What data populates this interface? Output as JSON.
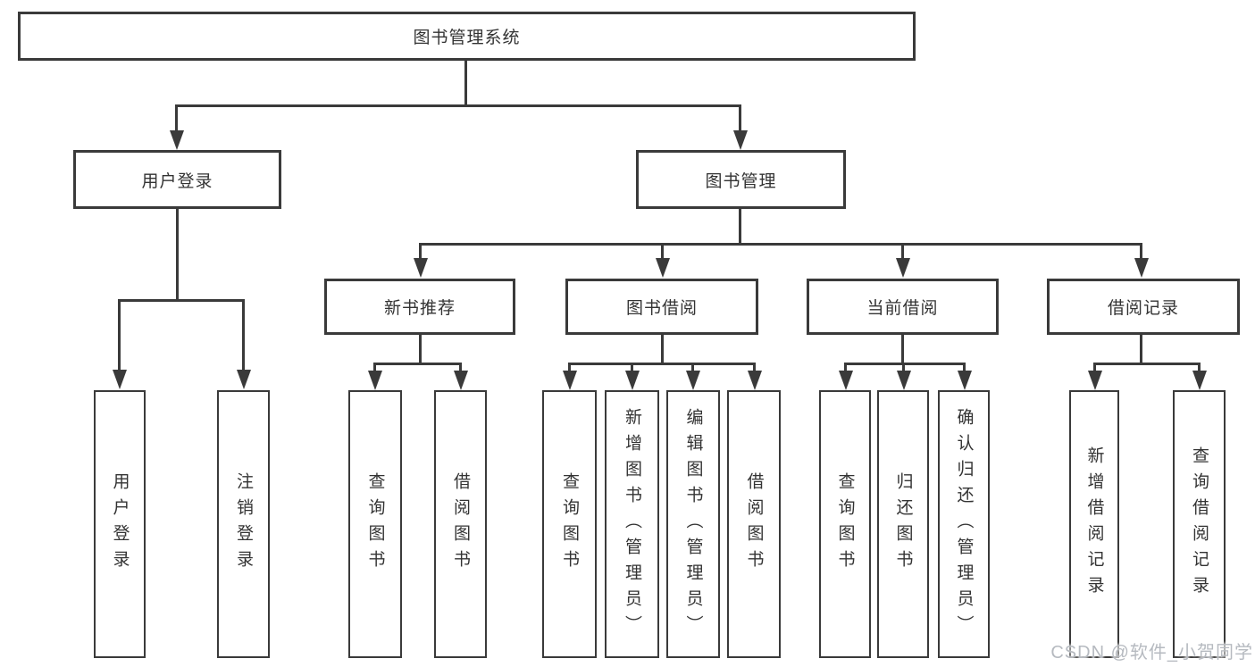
{
  "diagram": {
    "root": "图书管理系统",
    "branches": {
      "user_login": "用户登录",
      "book_mgmt": "图书管理"
    },
    "modules": {
      "new_book_rec": "新书推荐",
      "book_borrow": "图书借阅",
      "current_borrow": "当前借阅",
      "borrow_record": "借阅记录"
    },
    "leaves": {
      "user_login_1": "用户登录",
      "user_login_2": "注销登录",
      "new_book_rec_1": "查询图书",
      "new_book_rec_2": "借阅图书",
      "book_borrow_1": "查询图书",
      "book_borrow_2": "新增图书（管理员）",
      "book_borrow_3": "编辑图书（管理员）",
      "book_borrow_4": "借阅图书",
      "current_borrow_1": "查询图书",
      "current_borrow_2": "归还图书",
      "current_borrow_3": "确认归还（管理员）",
      "borrow_record_1": "新增借阅记录",
      "borrow_record_2": "查询借阅记录"
    }
  },
  "watermark": "CSDN @软件_小贺同学",
  "colors": {
    "line": "#3a3a3a",
    "text": "#333333",
    "watermark": "#b6bac0",
    "background": "#ffffff"
  }
}
